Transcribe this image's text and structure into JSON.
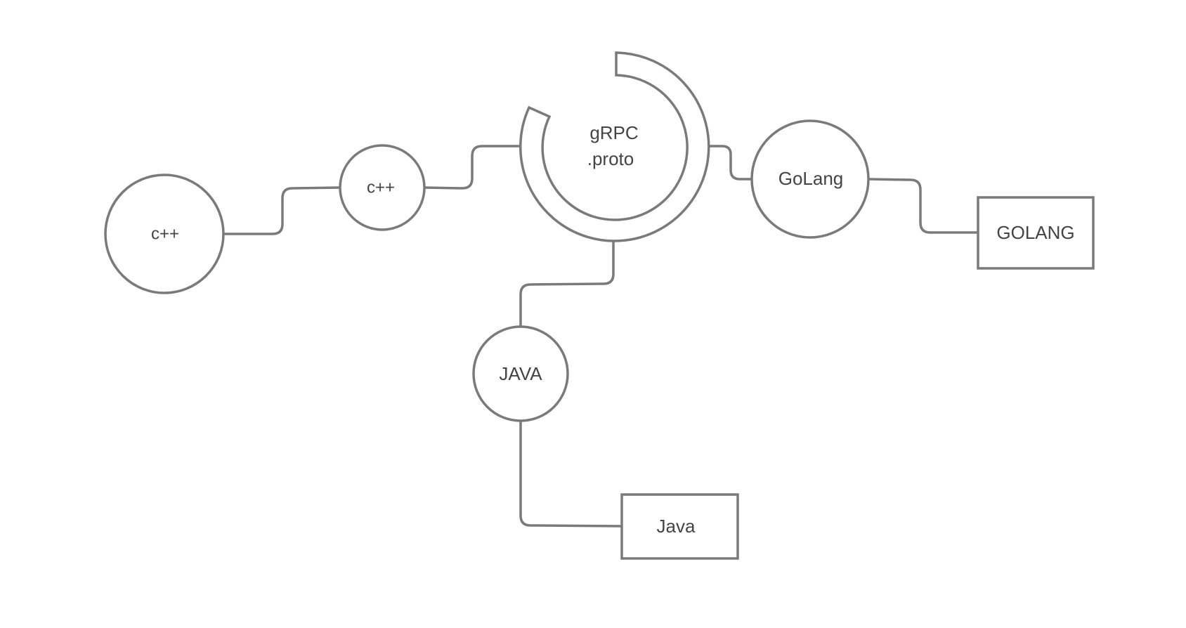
{
  "colors": {
    "stroke": "#7a7a7a",
    "text": "#444444",
    "background": "#ffffff"
  },
  "nodes": {
    "cpp_outer": "c++",
    "cpp_inner": "c++",
    "grpc_line1": "gRPC",
    "grpc_line2": ".proto",
    "golang_circle": "GoLang",
    "golang_box": "GOLANG",
    "java_circle": "JAVA",
    "java_box": "Java"
  }
}
